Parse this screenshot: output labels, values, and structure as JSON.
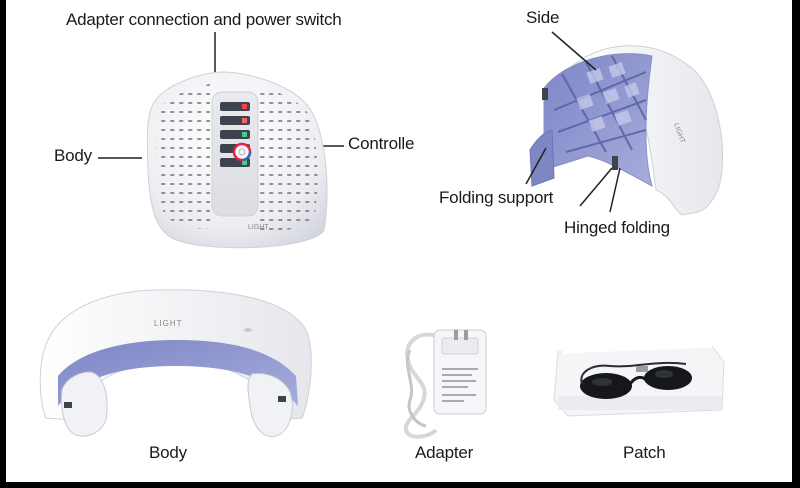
{
  "labels": {
    "adapter_switch": "Adapter connection and power switch",
    "side": "Side",
    "body_top": "Body",
    "controller": "Controlle",
    "folding_support": "Folding support",
    "hinged_folding": "Hinged folding",
    "body_bottom": "Body",
    "adapter": "Adapter",
    "patch": "Patch"
  },
  "brand_text": {
    "front_logo": "LIGHT",
    "open_logo": "LIGHT",
    "side_logo": "LIGHT"
  },
  "colors": {
    "frame_bg": "#000000",
    "page_bg": "#ffffff",
    "shell_white": "#f3f3f5",
    "inner_lavender": "#8e95cf",
    "panel_dark": "#3d4450",
    "text": "#1a1a1a"
  }
}
